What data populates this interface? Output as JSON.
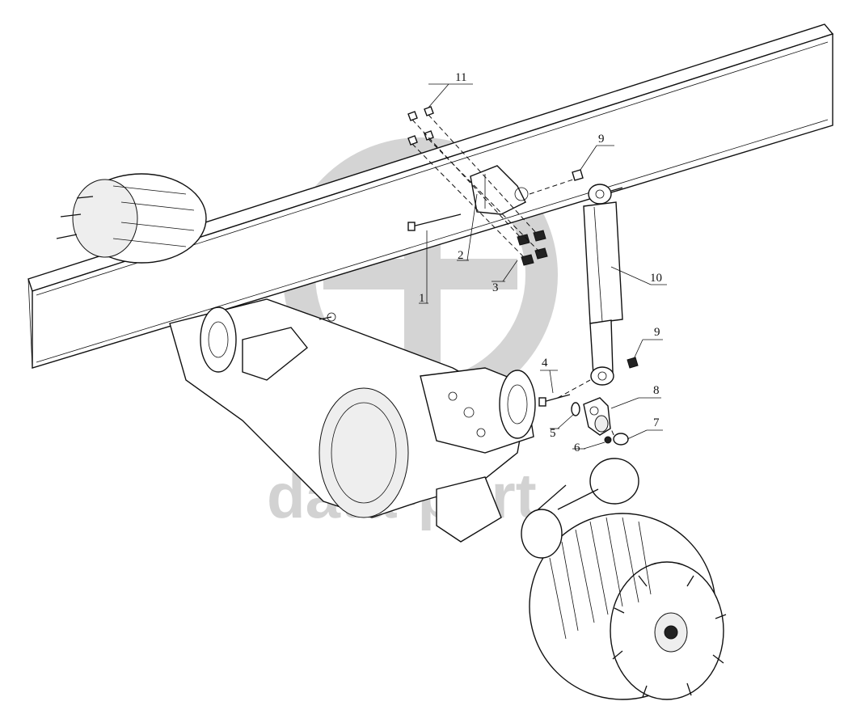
{
  "watermark": {
    "text": "data-part"
  },
  "callouts": [
    {
      "id": "callout-1",
      "label": "1"
    },
    {
      "id": "callout-2",
      "label": "2"
    },
    {
      "id": "callout-3",
      "label": "3"
    },
    {
      "id": "callout-4",
      "label": "4"
    },
    {
      "id": "callout-5",
      "label": "5"
    },
    {
      "id": "callout-6",
      "label": "6"
    },
    {
      "id": "callout-7",
      "label": "7"
    },
    {
      "id": "callout-8",
      "label": "8"
    },
    {
      "id": "callout-9-top",
      "label": "9"
    },
    {
      "id": "callout-9-bottom",
      "label": "9"
    },
    {
      "id": "callout-10",
      "label": "10"
    },
    {
      "id": "callout-11",
      "label": "11"
    }
  ]
}
